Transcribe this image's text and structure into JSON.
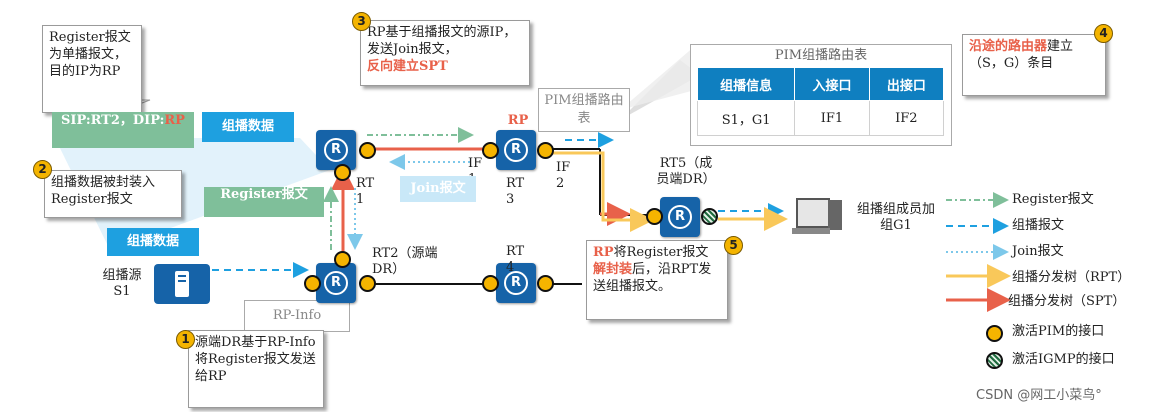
{
  "callouts": {
    "c_register": "Register报文为单播报文，目的IP为RP",
    "c2": "组播数据被封装入Register报文",
    "c3_a": "RP基于组播报文的源IP，发送Join报文，",
    "c3_b": "反向建立SPT",
    "c4_a": "沿途的路由器",
    "c4_b": "建立（S，G）条目",
    "c5_a": "RP",
    "c5_b": "将Register报文",
    "c5_c": "解封装",
    "c5_d": "后，沿RPT发送组播报文。",
    "c1": "源端DR基于RP-Info将Register报文发送给RP"
  },
  "numbers": [
    "1",
    "2",
    "3",
    "4",
    "5"
  ],
  "tags": {
    "sip": "SIP:RT2，DIP:",
    "sip_rp": "RP",
    "mcast1": "组播数据",
    "mcast2": "组播数据",
    "register": "Register报文",
    "join": "Join报文",
    "rp_info": "RP-Info",
    "pim_small": "PIM组播路由表",
    "rp_label": "RP"
  },
  "routers": {
    "rt1": "RT 1",
    "rt2": "RT2（源端DR）",
    "rt3": "RT 3",
    "rt4": "RT 4",
    "rt5": "RT5（成员端DR）",
    "if1": "IF 1",
    "if2": "IF 2",
    "icon_letter": "R"
  },
  "endpoints": {
    "source": "组播源S1",
    "member": "组播组成员加组G1"
  },
  "pim_table": {
    "title": "PIM组播路由表",
    "headers": [
      "组播信息",
      "入接口",
      "出接口"
    ],
    "row": [
      "S1，G1",
      "IF1",
      "IF2"
    ]
  },
  "legend": {
    "register": "Register报文",
    "mcast": "组播报文",
    "join": "Join报文",
    "rpt": "组播分发树（RPT）",
    "spt": "组播分发树（SPT）",
    "pim_if": "激活PIM的接口",
    "igmp_if": "激活IGMP的接口"
  },
  "colors": {
    "register": "#7fbf9a",
    "mcast": "#1ea0e0",
    "join": "#7dc8ea",
    "rpt": "#f9c85a",
    "spt": "#e8614a",
    "router": "#1663a8",
    "table_header": "#0f7fc0"
  },
  "watermark": "CSDN @网工小菜鸟°"
}
